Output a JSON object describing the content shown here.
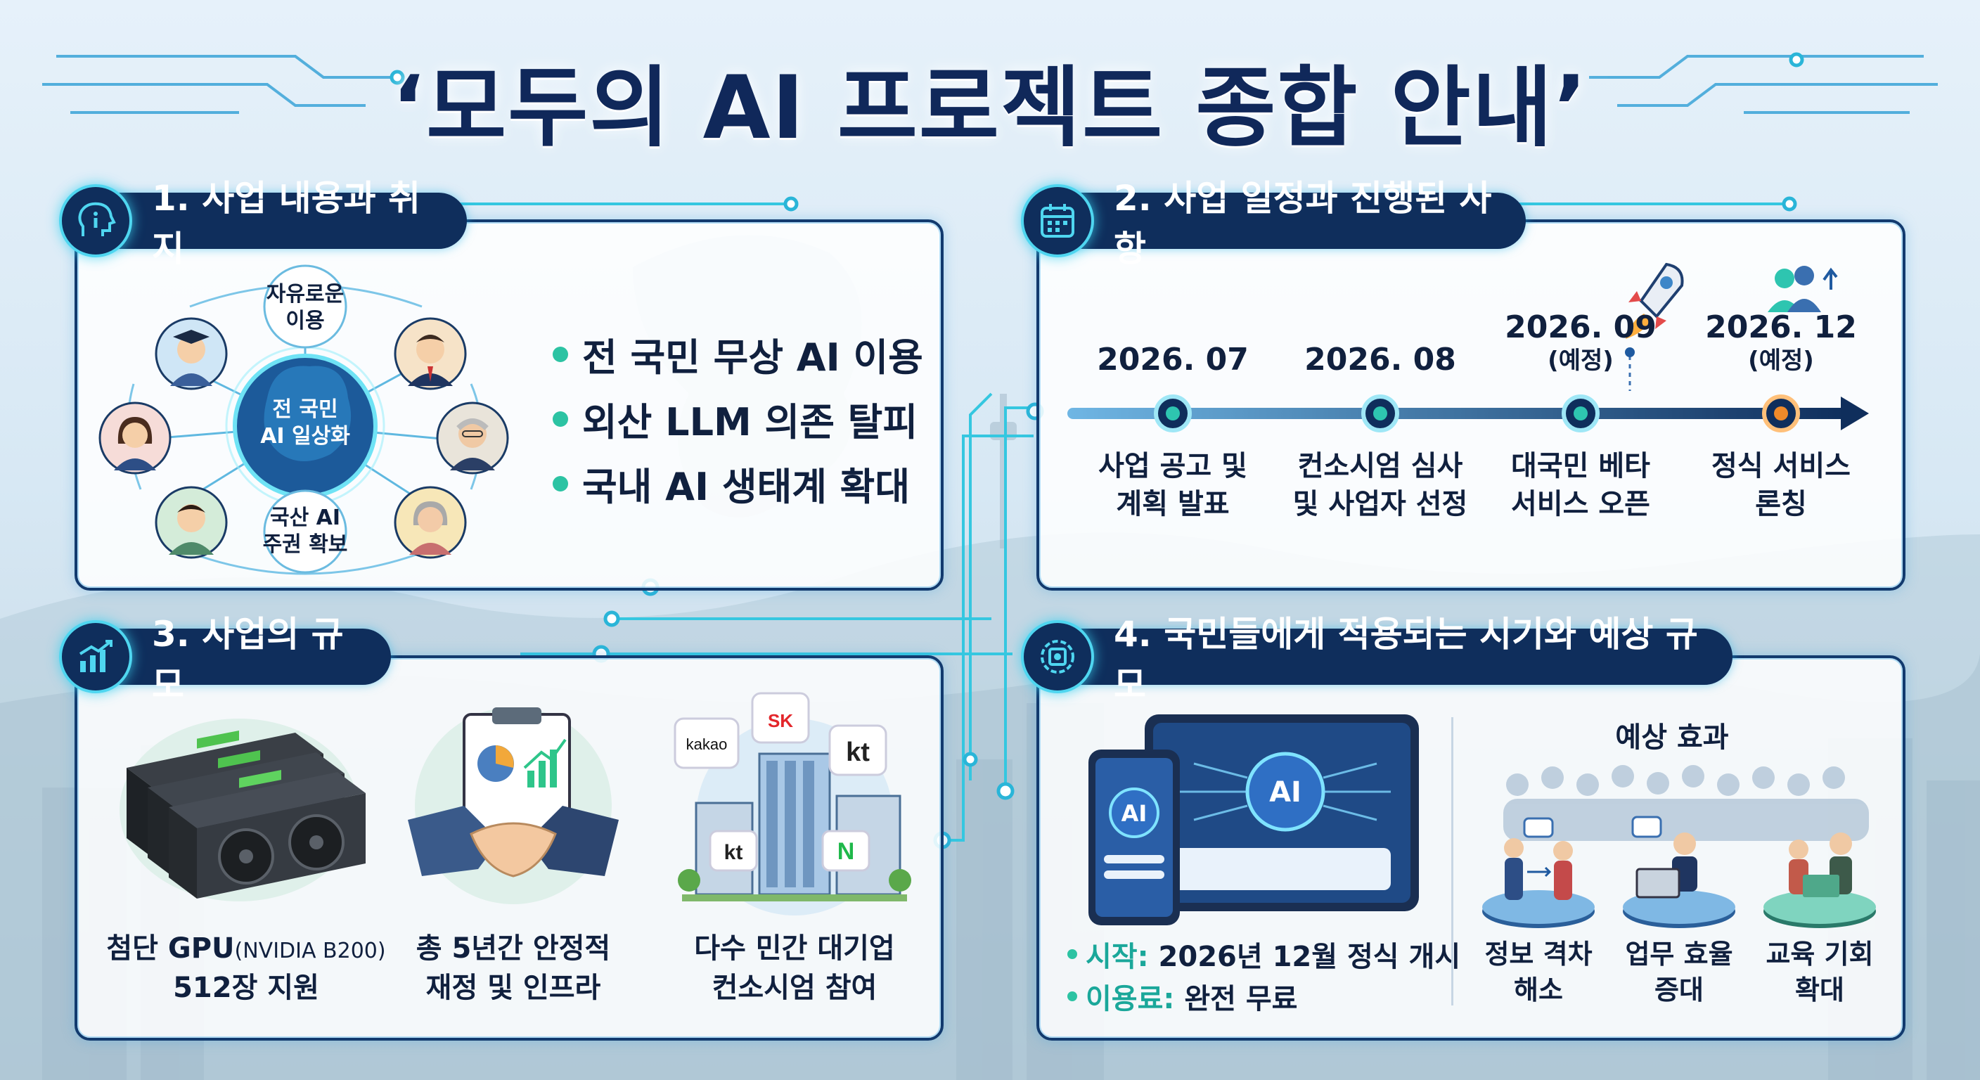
{
  "title": "‘모두의 AI 프로젝트 종합 안내’",
  "colors": {
    "navy": "#0f2e5c",
    "cyan": "#4fd6f0",
    "teal": "#2cc3a3",
    "orange": "#f08a2a"
  },
  "section1": {
    "header": "1. 사업 내용과 취지",
    "icon": "head-info-icon",
    "center": "전 국민\nAI 일상화",
    "node_top": "자유로운\n이용",
    "node_bottom": "국산 AI\n주권 확보",
    "bullets": [
      "전 국민 무상 AI 이용",
      "외산 LLM 의존 탈피",
      "국내 AI 생태계 확대"
    ]
  },
  "section2": {
    "header": "2. 사업 일정과 진행된 사항",
    "icon": "calendar-icon",
    "timeline": [
      {
        "date": "2026. 07",
        "note": "",
        "desc": "사업 공고 및\n계획 발표"
      },
      {
        "date": "2026. 08",
        "note": "",
        "desc": "컨소시엄 심사\n및 사업자 선정"
      },
      {
        "date": "2026. 09",
        "note": "(예정)",
        "desc": "대국민 베타\n서비스 오픈"
      },
      {
        "date": "2026. 12",
        "note": "(예정)",
        "desc": "정식 서비스\n론칭"
      }
    ]
  },
  "section3": {
    "header": "3. 사업의 규모",
    "icon": "growth-chart-icon",
    "gpu_main": "첨단 GPU",
    "gpu_model": "(NVIDIA B200)",
    "gpu_count": "512장 지원",
    "finance": "총 5년간 안정적\n재정 및 인프라",
    "consortium": "다수 민간 대기업\n컨소시엄 참여",
    "logos": {
      "kakao": "kakao",
      "sk": "SK",
      "kt": "kt",
      "naver": "N"
    }
  },
  "section4": {
    "header": "4. 국민들에게 적용되는 시기와 예상 규모",
    "icon": "ai-chip-icon",
    "device_label": "AI",
    "start_key": "시작:",
    "start_val": "2026년 12월 정식 개시",
    "fee_key": "이용료:",
    "fee_val": "완전 무료",
    "effects_title": "예상 효과",
    "effects": [
      "정보 격차\n해소",
      "업무 효율\n증대",
      "교육 기회\n확대"
    ]
  }
}
